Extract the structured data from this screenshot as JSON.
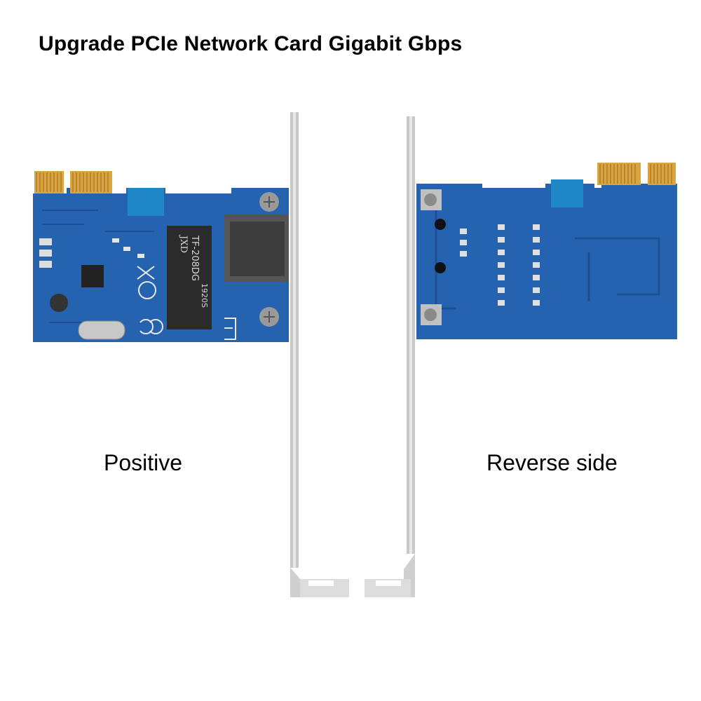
{
  "header": {
    "title": "Upgrade PCIe Network Card Gigabit Gbps"
  },
  "labels": {
    "front": "Positive",
    "back": "Reverse side"
  },
  "chip_markings": {
    "brand": "JXD",
    "model": "TF-208DG",
    "code": "1920S"
  },
  "colors": {
    "pcb": "#2563b0",
    "pcb_dark": "#1d4f95",
    "gold": "#d9a441",
    "bracket": "#d6d6d6",
    "background": "#ffffff"
  }
}
